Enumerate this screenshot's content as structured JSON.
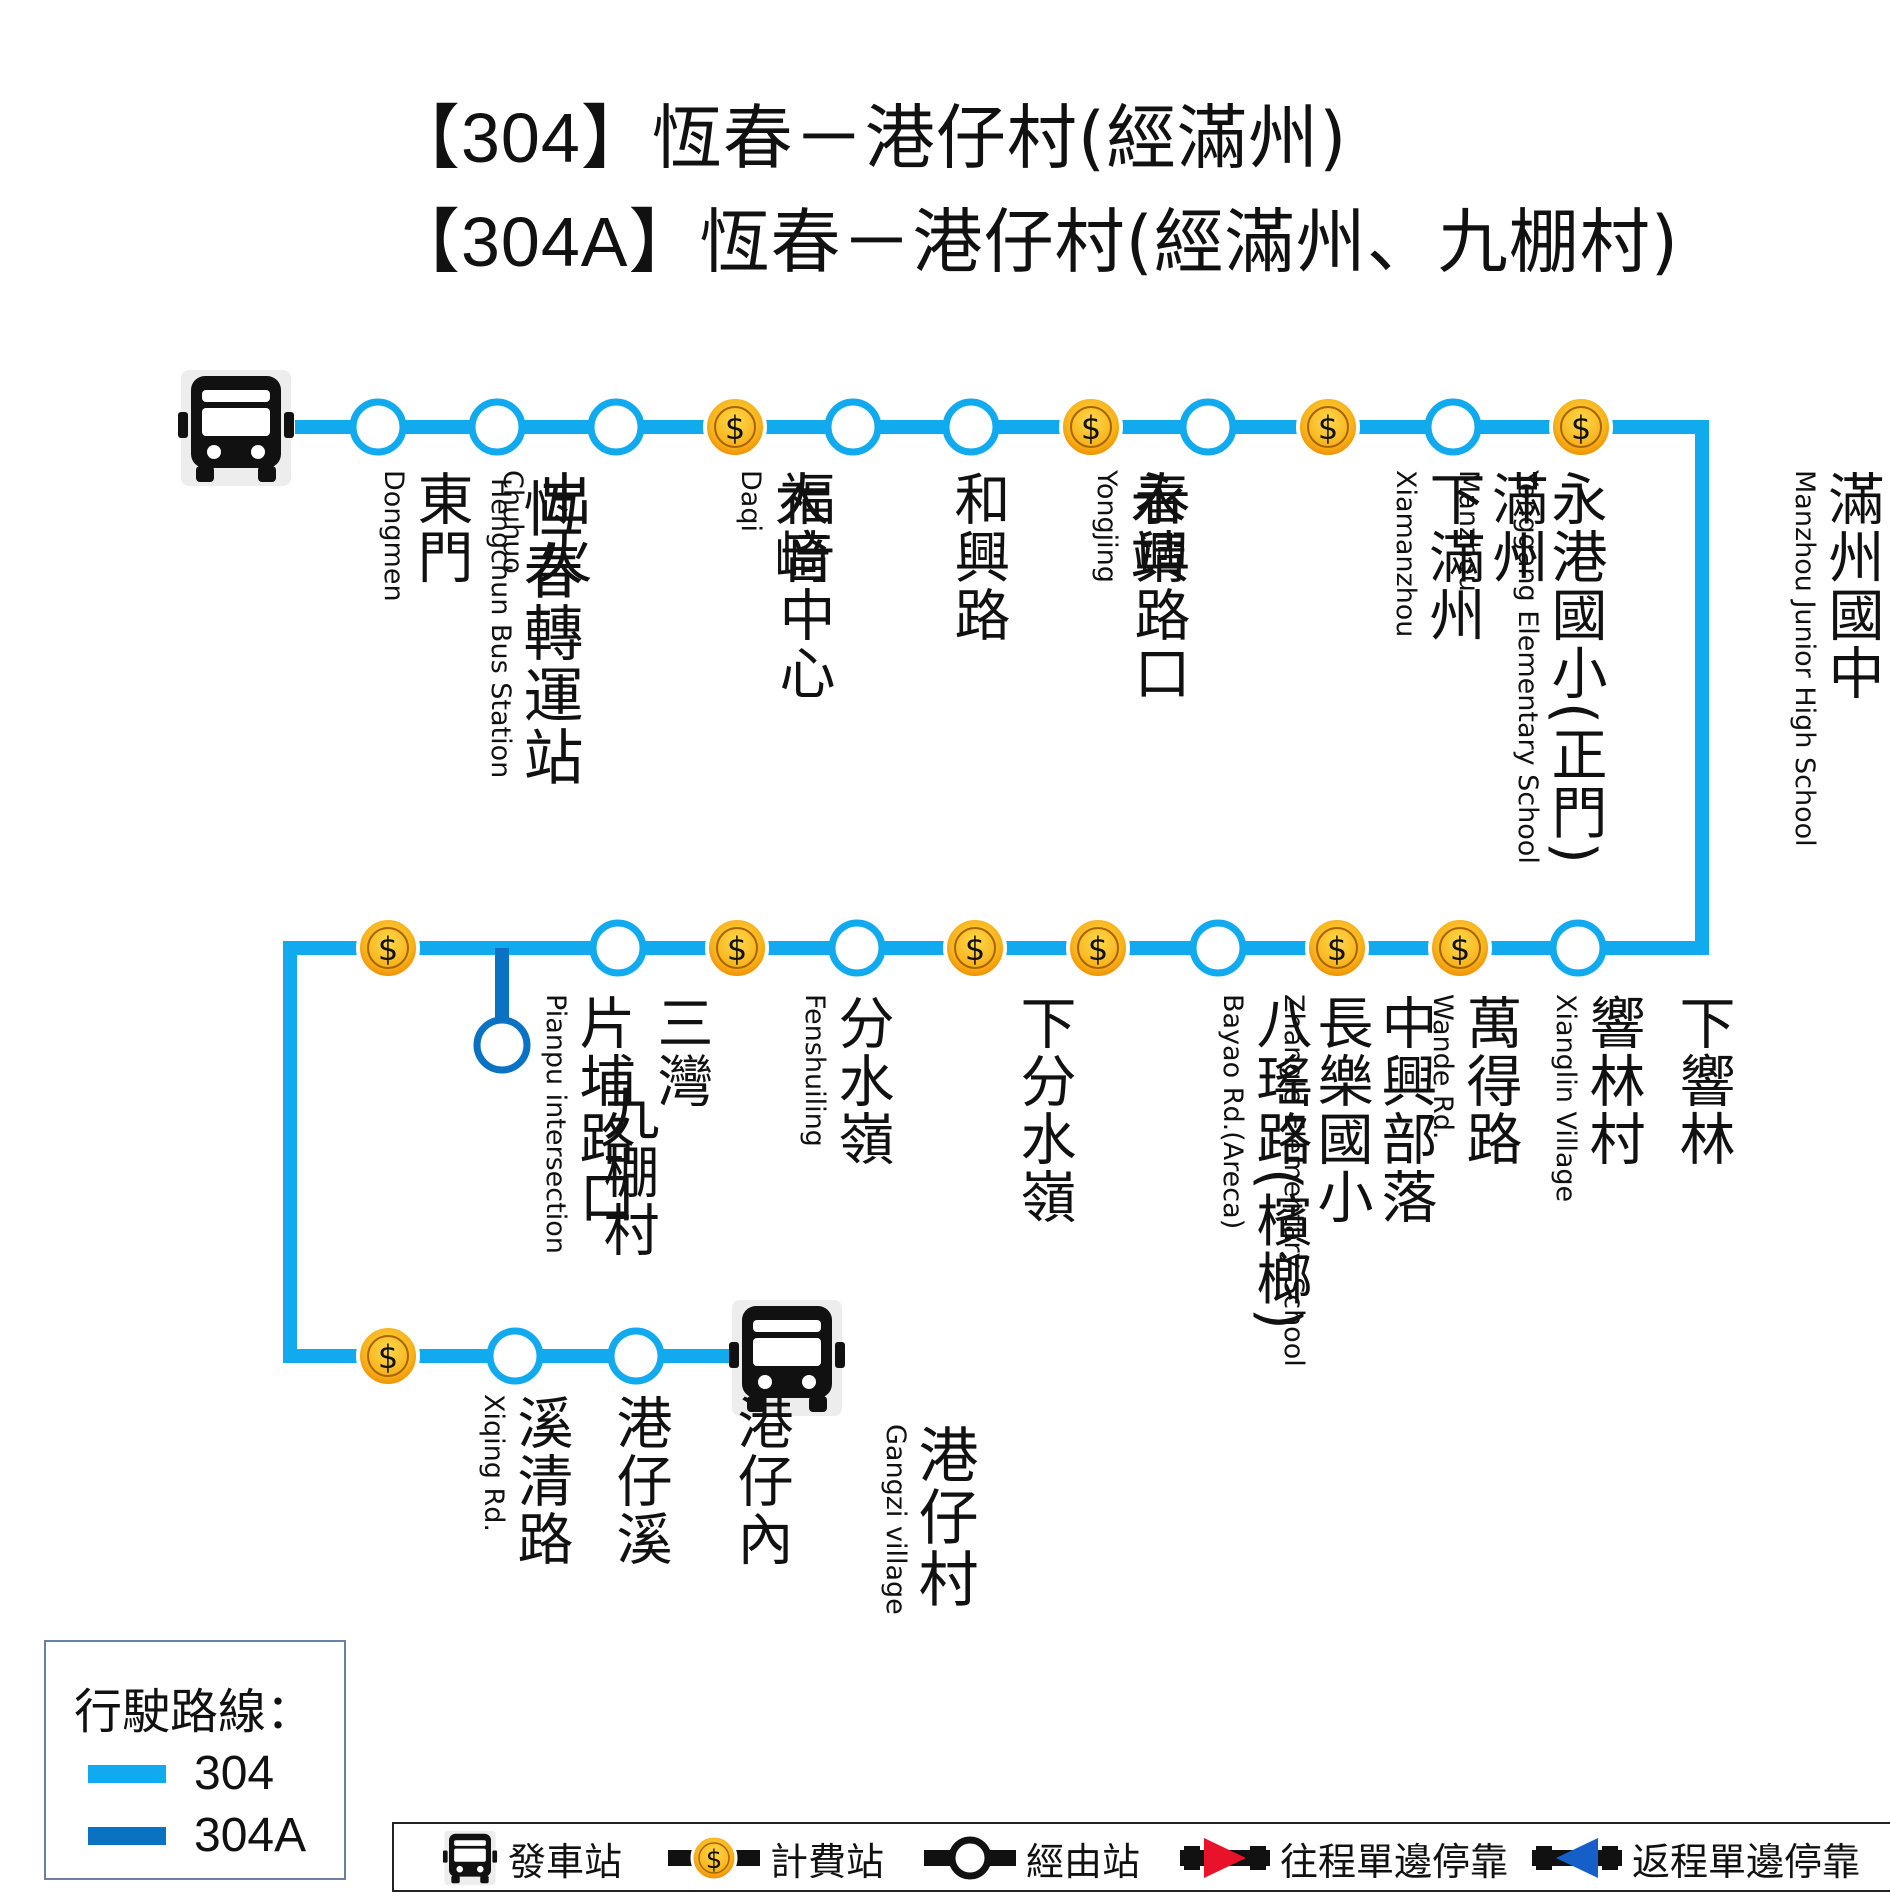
{
  "titles": {
    "line1_code": "【304】",
    "line1_route": "恆春－港仔村(經滿州)",
    "line2_code": "【304A】",
    "line2_route": "恆春－港仔村(經滿州、九棚村)"
  },
  "colors": {
    "route_304": "#11aaee",
    "route_304A": "#0a72c2",
    "fare_gold": "#f7b21a",
    "fare_orange": "#f08a00"
  },
  "terminals": {
    "start": {
      "zh": "恆春轉運站",
      "en": "Hengchun Bus Station",
      "icon": "bus-icon"
    },
    "end": {
      "zh": "港仔村",
      "en": "Gangzi village",
      "icon": "bus-icon"
    }
  },
  "stops": {
    "row1": [
      {
        "zh": "東門",
        "en": "Dongmen",
        "fare": false
      },
      {
        "zh": "出火",
        "en": "Chuhuo",
        "fare": false
      },
      {
        "zh": "福音中心",
        "en": "",
        "fare": false
      },
      {
        "zh": "大崎",
        "en": "Daqi",
        "fare": true
      },
      {
        "zh": "和興路",
        "en": "",
        "fare": false
      },
      {
        "zh": "春興路口",
        "en": "",
        "fare": false
      },
      {
        "zh": "永靖",
        "en": "Yongjing",
        "fare": true
      },
      {
        "zh": "永港國小(正門)",
        "en": "Yonggang Elementary School",
        "fare": false
      },
      {
        "zh": "下滿州",
        "en": "Xiamanzhou",
        "fare": true
      },
      {
        "zh": "滿州",
        "en": "Manzhou",
        "fare": false
      },
      {
        "zh": "滿州國中",
        "en": "Manzhou Junior High School",
        "fare": true
      }
    ],
    "row2": [
      {
        "zh": "片埔路口",
        "en": "Pianpu intersection",
        "fare": true
      },
      {
        "zh": "三灣",
        "en": "",
        "fare": false
      },
      {
        "zh": "分水嶺",
        "en": "Fenshuiling",
        "fare": true
      },
      {
        "zh": "下分水嶺",
        "en": "",
        "fare": false
      },
      {
        "zh": "八瑤路(檳榔)",
        "en": "Bayao Rd.(Areca)",
        "fare": true
      },
      {
        "zh": "長樂國小",
        "en": "Zhangle Elementary School",
        "fare": true
      },
      {
        "zh": "中興部落",
        "en": "",
        "fare": false
      },
      {
        "zh": "萬得路",
        "en": "Wande Rd.",
        "fare": true
      },
      {
        "zh": "響林村",
        "en": "Xianglin Village",
        "fare": true
      },
      {
        "zh": "下響林",
        "en": "",
        "fare": false
      }
    ],
    "branch": {
      "zh": "九棚村",
      "en": ""
    },
    "row3": [
      {
        "zh": "溪清路",
        "en": "Xiqing Rd.",
        "fare": true
      },
      {
        "zh": "港仔溪",
        "en": "",
        "fare": false
      },
      {
        "zh": "港仔內",
        "en": "",
        "fare": false
      }
    ]
  },
  "legend": {
    "title": "行駛路線：",
    "items": [
      {
        "label": "304",
        "color": "#11aaee"
      },
      {
        "label": "304A",
        "color": "#0a72c2"
      }
    ]
  },
  "key": {
    "items": [
      {
        "label": "發車站",
        "icon": "bus-icon"
      },
      {
        "label": "計費站",
        "icon": "fare-stop-icon"
      },
      {
        "label": "經由站",
        "icon": "stop-icon"
      },
      {
        "label": "往程單邊停靠",
        "icon": "red-arrow-icon"
      },
      {
        "label": "返程單邊停靠",
        "icon": "blue-arrow-icon"
      }
    ],
    "fare_symbol": "$"
  }
}
